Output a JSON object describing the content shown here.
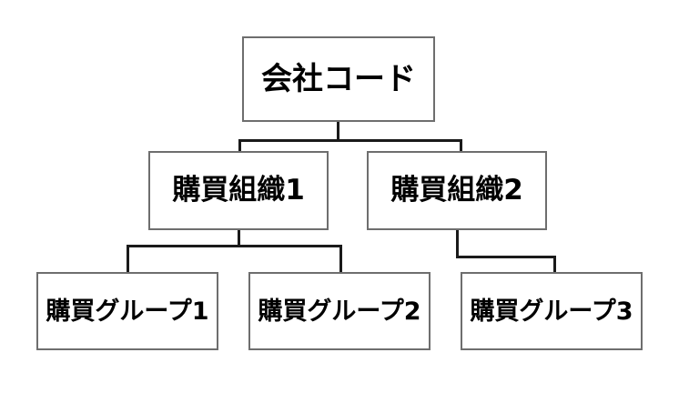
{
  "diagram": {
    "type": "hierarchy-tree",
    "title": "",
    "levels": 3,
    "style": {
      "box_border_color": "#6e6e6e",
      "box_fill_color": "#ffffff",
      "connector_color": "#1a1a1a",
      "text_color": "#000000",
      "background_color": "#ffffff"
    },
    "nodes": {
      "company": {
        "label": "会社コード",
        "level": 1
      },
      "purchasing_org_1": {
        "label": "購買組織1",
        "level": 2
      },
      "purchasing_org_2": {
        "label": "購買組織2",
        "level": 2
      },
      "purchasing_group_1": {
        "label": "購買グループ1",
        "level": 3
      },
      "purchasing_group_2": {
        "label": "購買グループ2",
        "level": 3
      },
      "purchasing_group_3": {
        "label": "購買グループ3",
        "level": 3
      }
    },
    "edges": [
      {
        "from": "company",
        "to": "purchasing_org_1"
      },
      {
        "from": "company",
        "to": "purchasing_org_2"
      },
      {
        "from": "purchasing_org_1",
        "to": "purchasing_group_1"
      },
      {
        "from": "purchasing_org_1",
        "to": "purchasing_group_2"
      },
      {
        "from": "purchasing_org_2",
        "to": "purchasing_group_3"
      }
    ]
  }
}
